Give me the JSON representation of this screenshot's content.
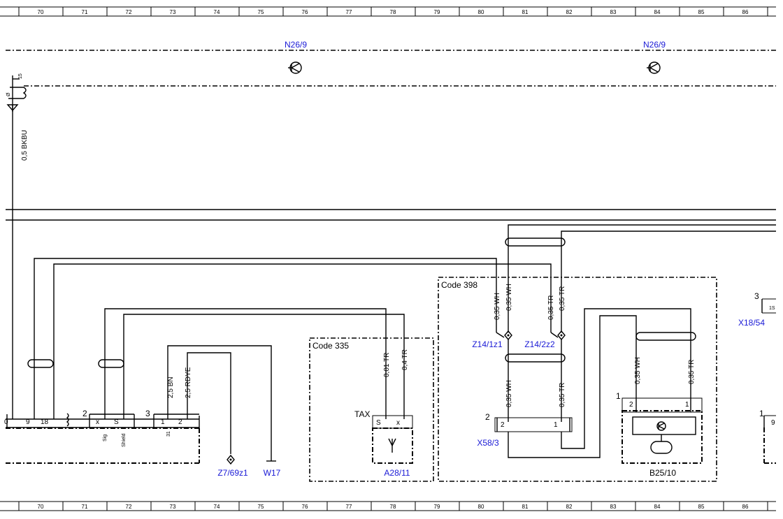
{
  "grid_columns": [
    "70",
    "71",
    "72",
    "73",
    "74",
    "75",
    "76",
    "77",
    "78",
    "79",
    "80",
    "81",
    "82",
    "83",
    "84",
    "85",
    "86"
  ],
  "components": {
    "n26_9_left": "N26/9",
    "n26_9_right": "N26/9",
    "z7_69z1": "Z7/69z1",
    "w17": "W17",
    "a28_11": "A28/11",
    "z14_1z1": "Z14/1z1",
    "z14_2z2": "Z14/2z2",
    "x58_3": "X58/3",
    "b25_10": "B25/10",
    "x18_54": "X18/54"
  },
  "codes": {
    "code_335": "Code 335",
    "code_398": "Code 398"
  },
  "wires": {
    "bkbu": "0,5 BKBU",
    "bn": "2,5 BN",
    "rdye": "2,5 RDYE",
    "tr_001": "0,01 TR",
    "tr_04": "0,4 TR",
    "wh_top_a": "0,35 WH",
    "wh_top_b": "0,35 WH",
    "tr_top_a": "0,35 TR",
    "tr_top_b": "0,35 TR",
    "wh_mid": "0,35 WH",
    "tr_mid": "0,35 TR",
    "wh_b25": "0,35 WH",
    "tr_b25": "0,35 TR"
  },
  "labels": {
    "tax": "TAX",
    "num_2_left": "2",
    "num_3_left": "3",
    "num_2_x58": "2",
    "num_1_b25": "1",
    "num_3_right": "3",
    "num_1_right": "1",
    "pin_0": "0",
    "pin_9": "9",
    "pin_18": "18",
    "pin_x_a": "x",
    "pin_s_a": "S",
    "sig": "Sig",
    "shield": "Shield",
    "pin_1": "1",
    "pin_2": "2",
    "pin_31": "31",
    "tax_s": "S",
    "tax_x": "x",
    "x58_pin2": "2",
    "x58_pin1": "1",
    "b25_pin2": "2",
    "b25_pin1": "1",
    "x18_pin": "1S",
    "right_pin9": "9",
    "pin_15": "15",
    "pin_e": "Ø"
  }
}
